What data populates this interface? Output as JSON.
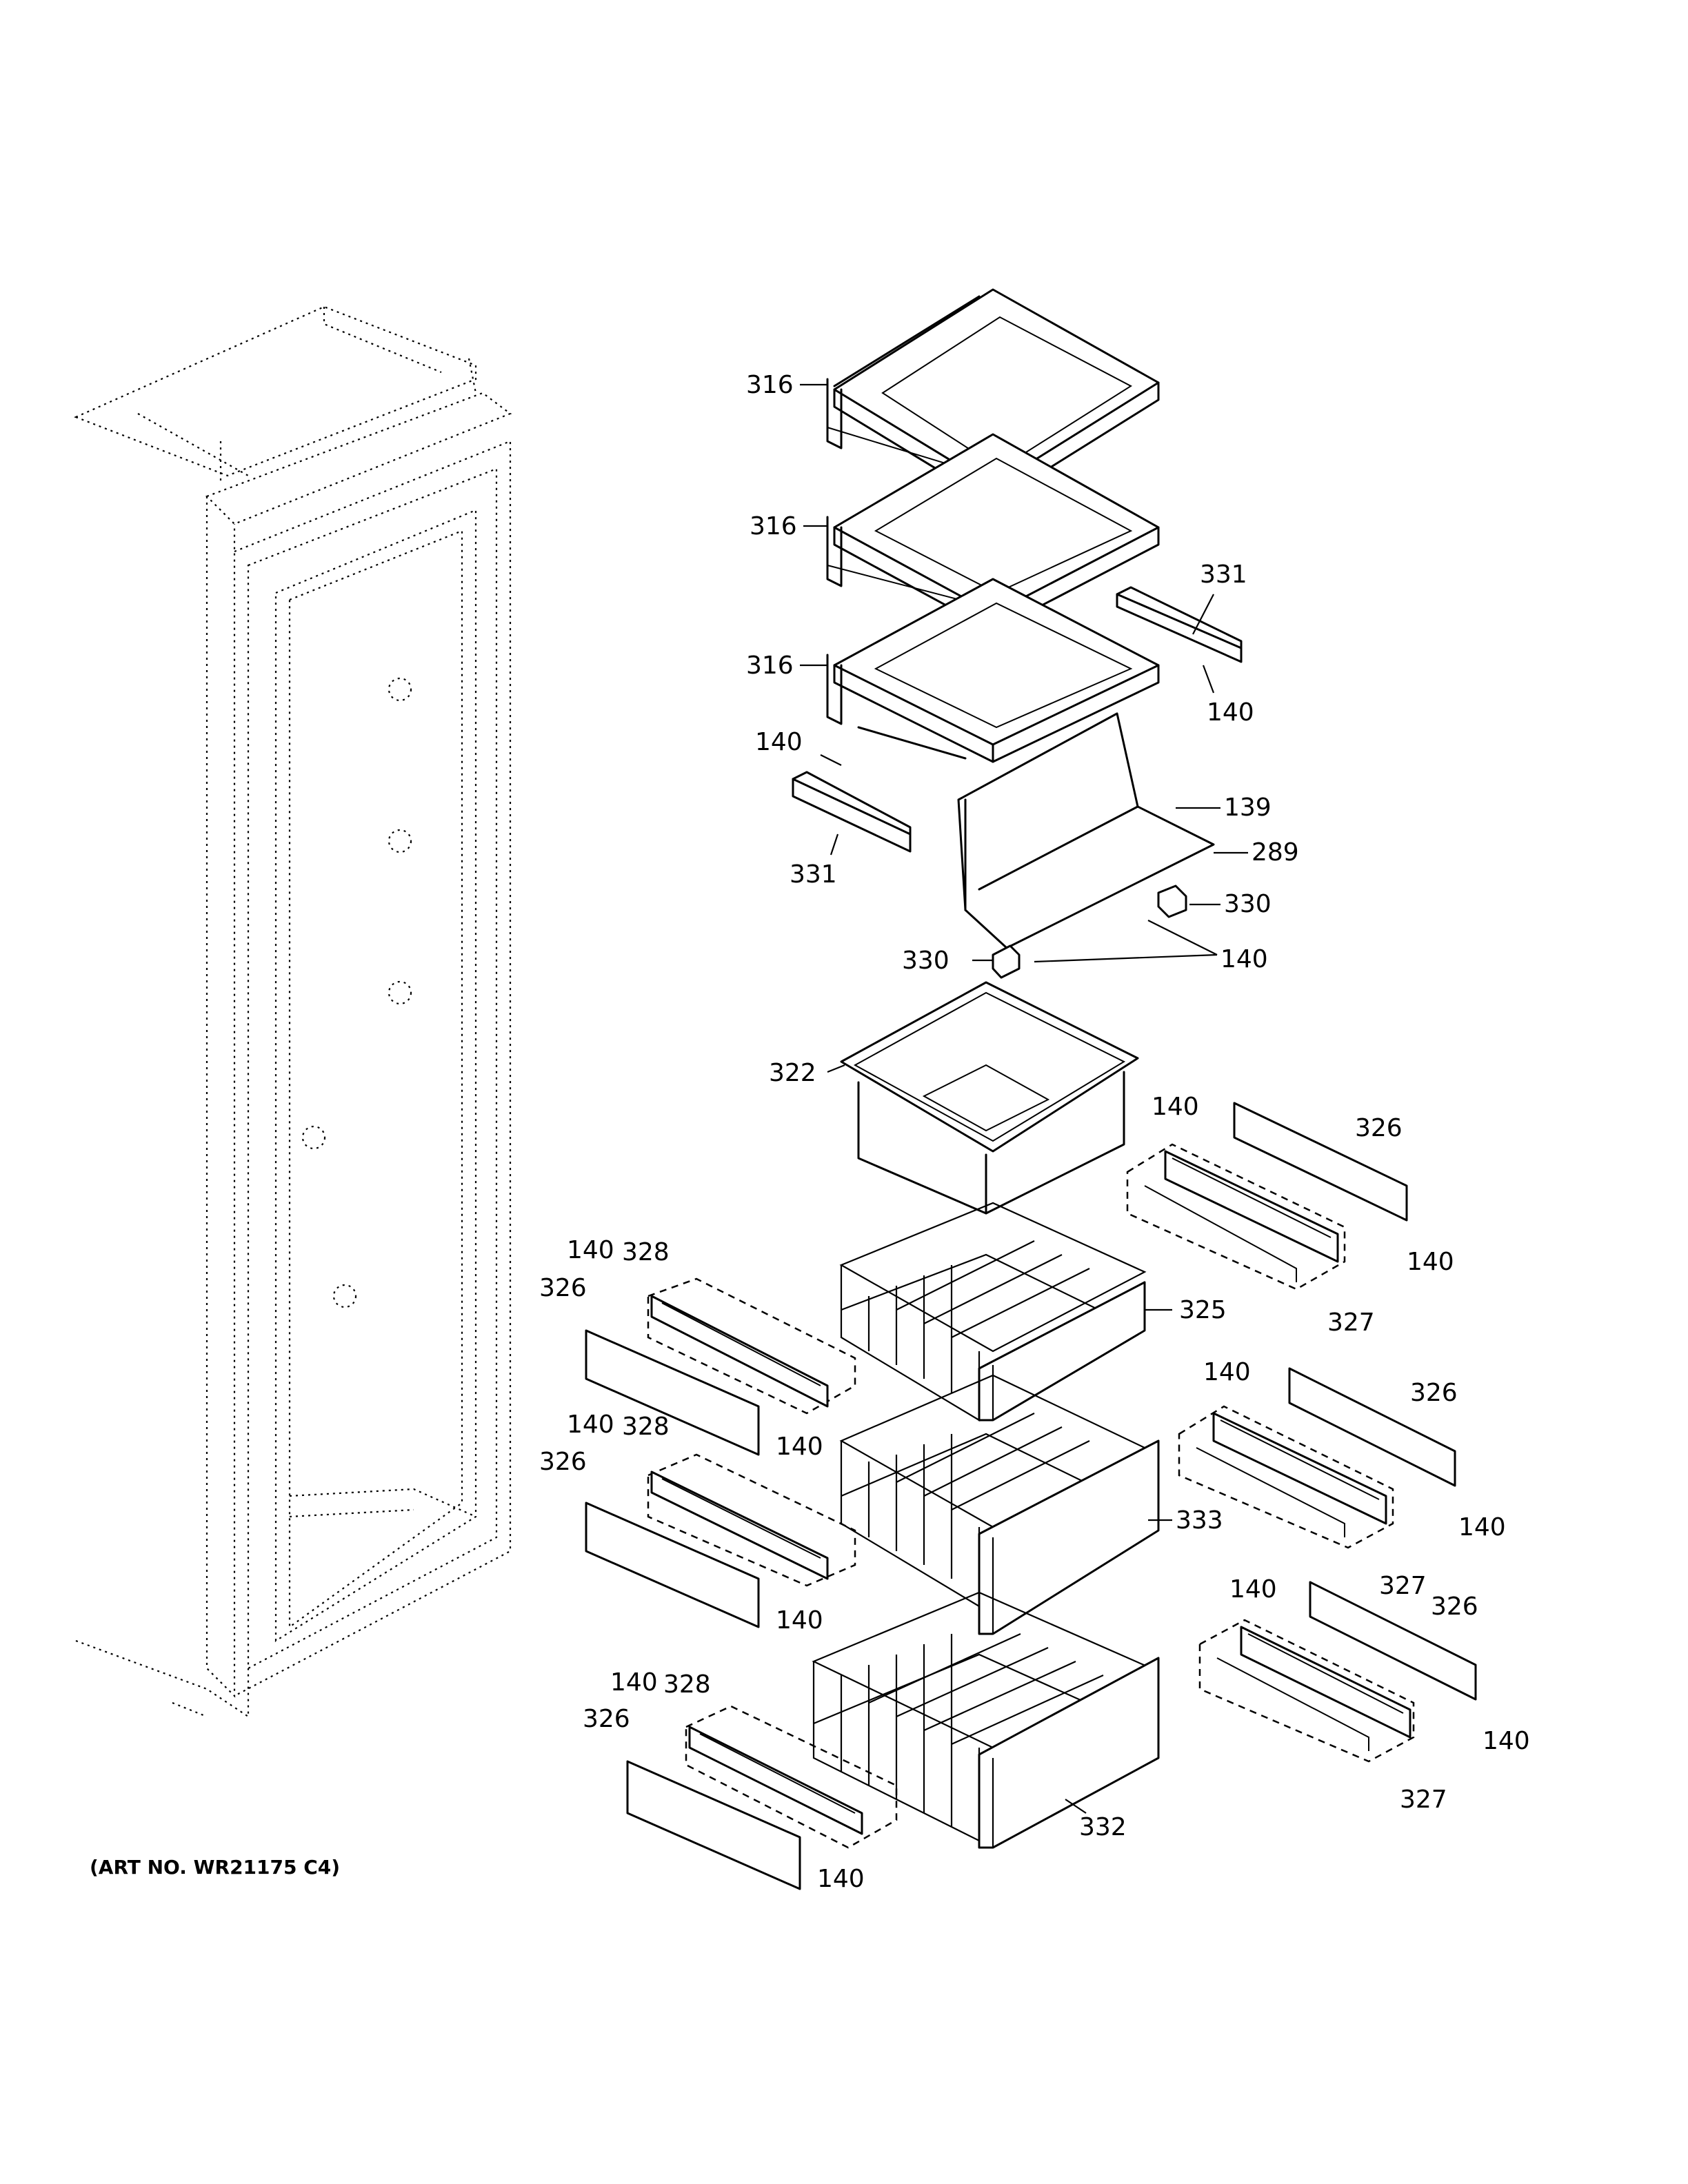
{
  "art_number": "(ART NO. WR21175 C4)",
  "callouts": [
    {
      "id": "c-316a",
      "text": "316"
    },
    {
      "id": "c-316b",
      "text": "316"
    },
    {
      "id": "c-316c",
      "text": "316"
    },
    {
      "id": "c-331a",
      "text": "331"
    },
    {
      "id": "c-140a",
      "text": "140"
    },
    {
      "id": "c-140b",
      "text": "140"
    },
    {
      "id": "c-331b",
      "text": "331"
    },
    {
      "id": "c-139",
      "text": "139"
    },
    {
      "id": "c-289",
      "text": "289"
    },
    {
      "id": "c-330a",
      "text": "330"
    },
    {
      "id": "c-330b",
      "text": "330"
    },
    {
      "id": "c-140c",
      "text": "140"
    },
    {
      "id": "c-322",
      "text": "322"
    },
    {
      "id": "c-140d",
      "text": "140"
    },
    {
      "id": "c-326a",
      "text": "326"
    },
    {
      "id": "c-140e",
      "text": "140"
    },
    {
      "id": "c-327a",
      "text": "327"
    },
    {
      "id": "c-325",
      "text": "325"
    },
    {
      "id": "c-140f",
      "text": "140"
    },
    {
      "id": "c-328a",
      "text": "328"
    },
    {
      "id": "c-326b",
      "text": "326"
    },
    {
      "id": "c-140g",
      "text": "140"
    },
    {
      "id": "c-140h",
      "text": "140"
    },
    {
      "id": "c-326c",
      "text": "326"
    },
    {
      "id": "c-140i",
      "text": "140"
    },
    {
      "id": "c-327b",
      "text": "327"
    },
    {
      "id": "c-333",
      "text": "333"
    },
    {
      "id": "c-140j",
      "text": "140"
    },
    {
      "id": "c-328b",
      "text": "328"
    },
    {
      "id": "c-326d",
      "text": "326"
    },
    {
      "id": "c-140k",
      "text": "140"
    },
    {
      "id": "c-140l",
      "text": "140"
    },
    {
      "id": "c-326e",
      "text": "326"
    },
    {
      "id": "c-140m",
      "text": "140"
    },
    {
      "id": "c-327c",
      "text": "327"
    },
    {
      "id": "c-140n",
      "text": "140"
    },
    {
      "id": "c-328c",
      "text": "328"
    },
    {
      "id": "c-326f",
      "text": "326"
    },
    {
      "id": "c-332",
      "text": "332"
    },
    {
      "id": "c-140o",
      "text": "140"
    }
  ]
}
